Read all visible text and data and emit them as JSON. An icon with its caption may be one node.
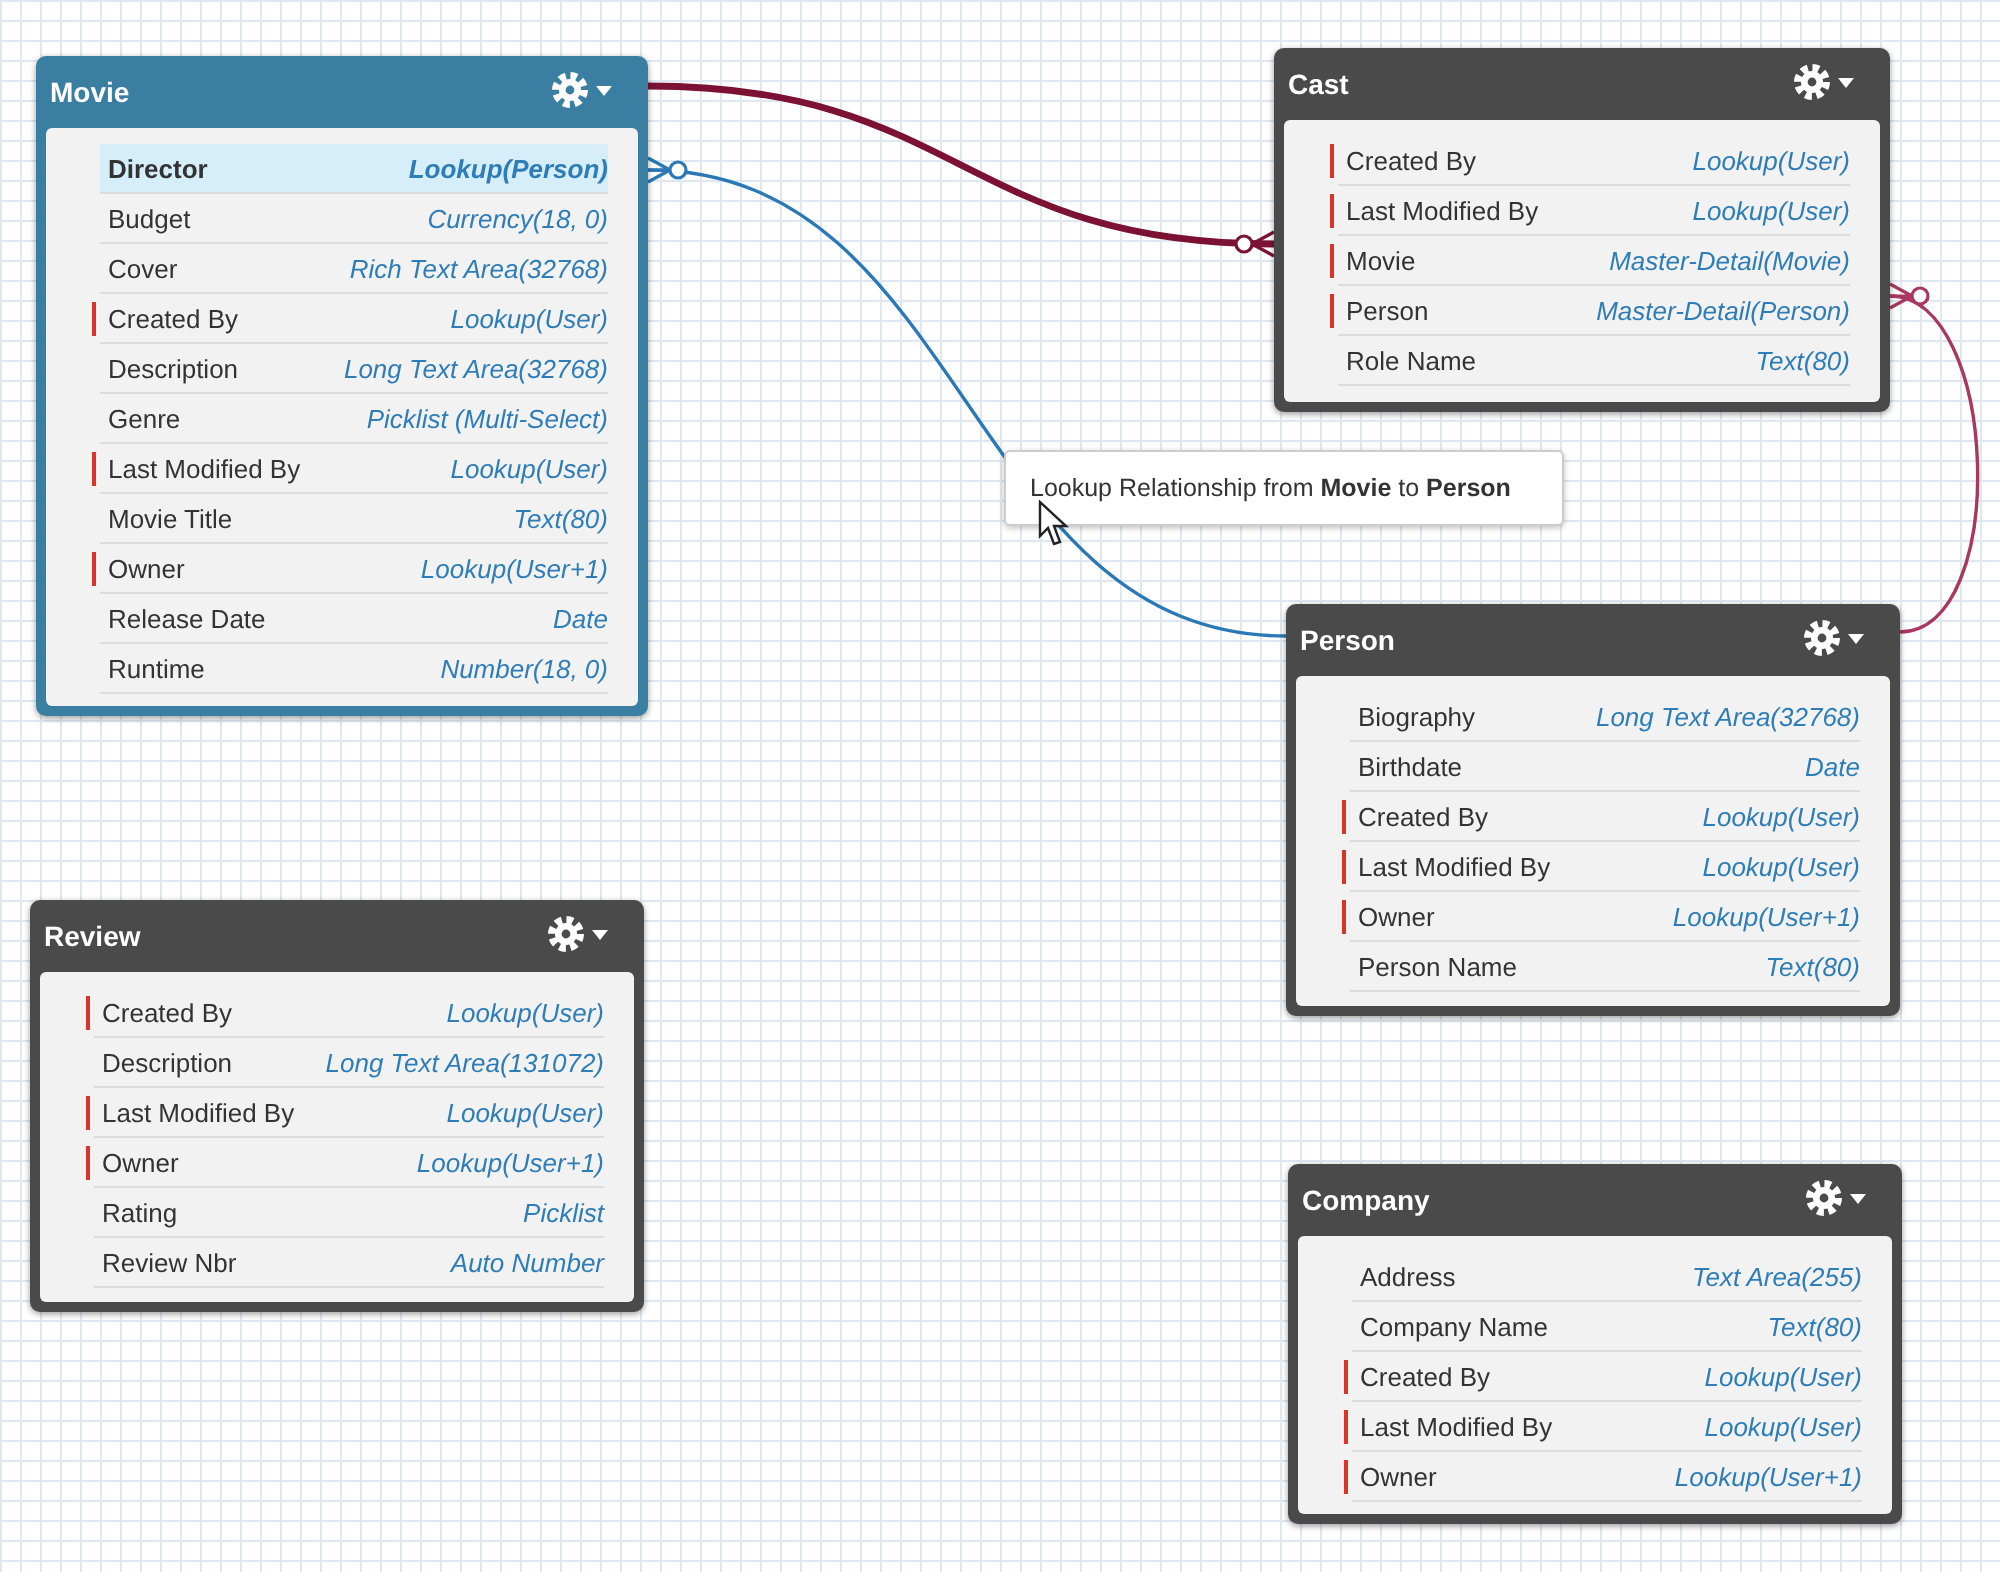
{
  "diagram": {
    "nodes": [
      {
        "text": [
          "Movie"
        ]
      },
      {
        "text": [
          "Director",
          "Lookup(Person)"
        ],
        "in": 0
      },
      {
        "text": [
          "Budget",
          "Currency(18, 0)"
        ],
        "in": 0
      },
      {
        "text": [
          "Cover",
          "Rich Text Area(32768)"
        ],
        "in": 0
      },
      {
        "text": [
          "Created By",
          "Lookup(User)"
        ],
        "in": 0
      },
      {
        "text": [
          "Description",
          "Long Text Area(32768)"
        ],
        "in": 0
      },
      {
        "text": [
          "Genre",
          "Picklist (Multi-Select)"
        ],
        "in": 0
      },
      {
        "text": [
          "Last Modified By",
          "Lookup(User)"
        ],
        "in": 0
      },
      {
        "text": [
          "Movie Title",
          "Text(80)"
        ],
        "in": 0
      },
      {
        "text": [
          "Owner",
          "Lookup(User+1)"
        ],
        "in": 0
      },
      {
        "text": [
          "Release Date",
          "Date"
        ],
        "in": 0
      },
      {
        "text": [
          "Runtime",
          "Number(18, 0)"
        ],
        "in": 0
      },
      {
        "text": [
          "Cast"
        ]
      },
      {
        "text": [
          "Created By",
          "Lookup(User)"
        ],
        "in": 12
      },
      {
        "text": [
          "Last Modified By",
          "Lookup(User)"
        ],
        "in": 12
      },
      {
        "text": [
          "Movie",
          "Master-Detail(Movie)"
        ],
        "in": 12
      },
      {
        "text": [
          "Person",
          "Master-Detail(Person)"
        ],
        "in": 12
      },
      {
        "text": [
          "Role Name",
          "Text(80)"
        ],
        "in": 12
      },
      {
        "text": [
          "Person"
        ]
      },
      {
        "text": [
          "Biography",
          "Long Text Area(32768)"
        ],
        "in": 18
      },
      {
        "text": [
          "Birthdate",
          "Date"
        ],
        "in": 18
      },
      {
        "text": [
          "Created By",
          "Lookup(User)"
        ],
        "in": 18
      },
      {
        "text": [
          "Last Modified By",
          "Lookup(User)"
        ],
        "in": 18
      },
      {
        "text": [
          "Owner",
          "Lookup(User+1)"
        ],
        "in": 18
      },
      {
        "text": [
          "Person Name",
          "Text(80)"
        ],
        "in": 18
      },
      {
        "text": [
          "Review"
        ]
      },
      {
        "text": [
          "Created By",
          "Lookup(User)"
        ],
        "in": 25
      },
      {
        "text": [
          "Description",
          "Long Text Area(131072)"
        ],
        "in": 25
      },
      {
        "text": [
          "Last Modified By",
          "Lookup(User)"
        ],
        "in": 25
      },
      {
        "text": [
          "Owner",
          "Lookup(User+1)"
        ],
        "in": 25
      },
      {
        "text": [
          "Rating",
          "Picklist"
        ],
        "in": 25
      },
      {
        "text": [
          "Review Nbr",
          "Auto Number"
        ],
        "in": 25
      },
      {
        "text": [
          "Company"
        ]
      },
      {
        "text": [
          "Address",
          "Text Area(255)"
        ],
        "in": 32
      },
      {
        "text": [
          "Company Name",
          "Text(80)"
        ],
        "in": 32
      },
      {
        "text": [
          "Created By",
          "Lookup(User)"
        ],
        "in": 32
      },
      {
        "text": [
          "Last Modified By",
          "Lookup(User)"
        ],
        "in": 32
      },
      {
        "text": [
          "Owner",
          "Lookup(User+1)"
        ],
        "in": 32
      }
    ],
    "edges": [
      {
        "from": 12,
        "to": 0,
        "arrow": "other",
        "style": "thick",
        "color": "#7b1234"
      },
      {
        "from": 0,
        "to": 18,
        "arrow": "other",
        "color": "#2a78b5"
      },
      {
        "from": 12,
        "to": 18,
        "arrow": "other",
        "color": "#a8385e"
      }
    ],
    "labels": [
      "Lookup Relationship from **Movie** to **Person**"
    ]
  }
}
